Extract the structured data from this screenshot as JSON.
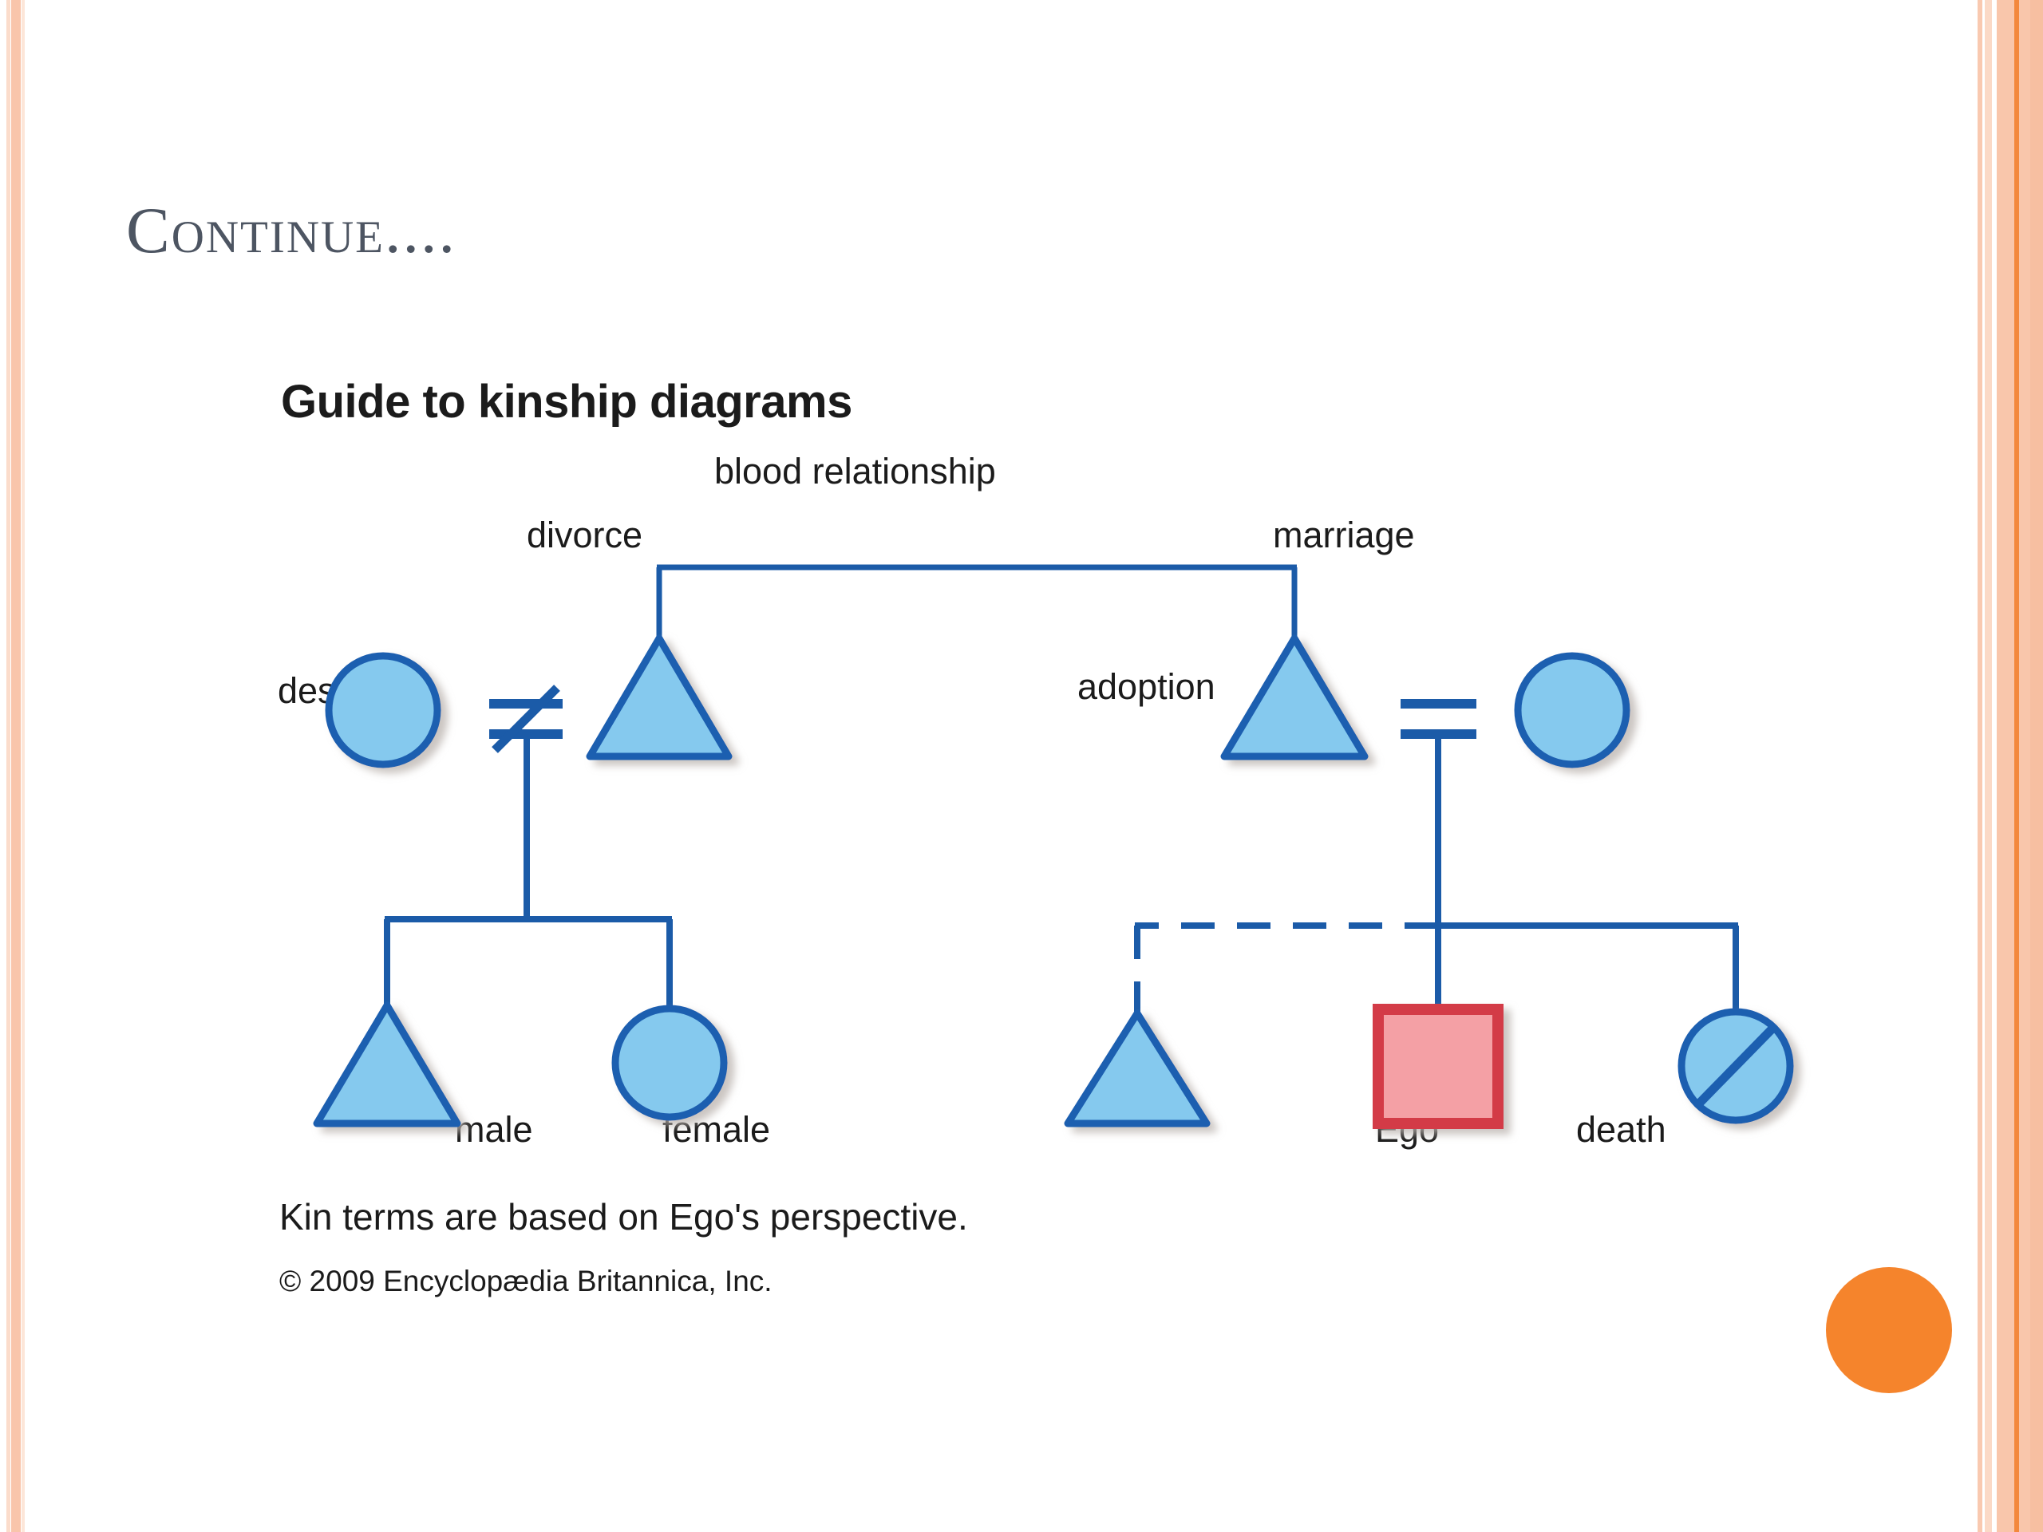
{
  "slide": {
    "title": "Continue....",
    "background_color": "#ffffff",
    "accent_color": "#f5842c",
    "border_stripe_color": "#f9c6ab"
  },
  "figure": {
    "title": "Guide to kinship diagrams",
    "caption": "Kin terms are based on Ego's perspective.",
    "credit": "© 2009 Encyclopædia Britannica, Inc.",
    "line_color": "#1b5ba8",
    "symbol_fill": "#85c9ee",
    "symbol_stroke": "#1f5fb0",
    "ego_fill": "#f4a0a5",
    "ego_stroke": "#d33a47",
    "labels": {
      "blood_relationship": "blood relationship",
      "divorce": "divorce",
      "marriage": "marriage",
      "descent": "descent",
      "adoption": "adoption",
      "male": "male",
      "female": "female",
      "ego": "Ego",
      "death": "death"
    },
    "symbols": [
      {
        "name": "female-circle-divorced-parent",
        "shape": "circle",
        "meaning": "female"
      },
      {
        "name": "male-triangle-divorced-parent",
        "shape": "triangle",
        "meaning": "male"
      },
      {
        "name": "male-triangle-married-parent",
        "shape": "triangle",
        "meaning": "male"
      },
      {
        "name": "female-circle-married-parent",
        "shape": "circle",
        "meaning": "female"
      },
      {
        "name": "male-triangle-child",
        "shape": "triangle",
        "meaning": "male"
      },
      {
        "name": "female-circle-child",
        "shape": "circle",
        "meaning": "female"
      },
      {
        "name": "male-triangle-adopted-child",
        "shape": "triangle",
        "meaning": "male, adopted"
      },
      {
        "name": "ego-square",
        "shape": "square",
        "meaning": "Ego"
      },
      {
        "name": "death-circle",
        "shape": "circle-with-slash",
        "meaning": "death"
      }
    ],
    "relationship_markers": {
      "blood_relationship": "horizontal bracket joining two siblings",
      "marriage": "double horizontal line",
      "divorce": "double horizontal line crossed by a diagonal slash",
      "descent": "vertical line dropping to a sibling bar",
      "adoption": "dashed line to the adopted child"
    }
  }
}
